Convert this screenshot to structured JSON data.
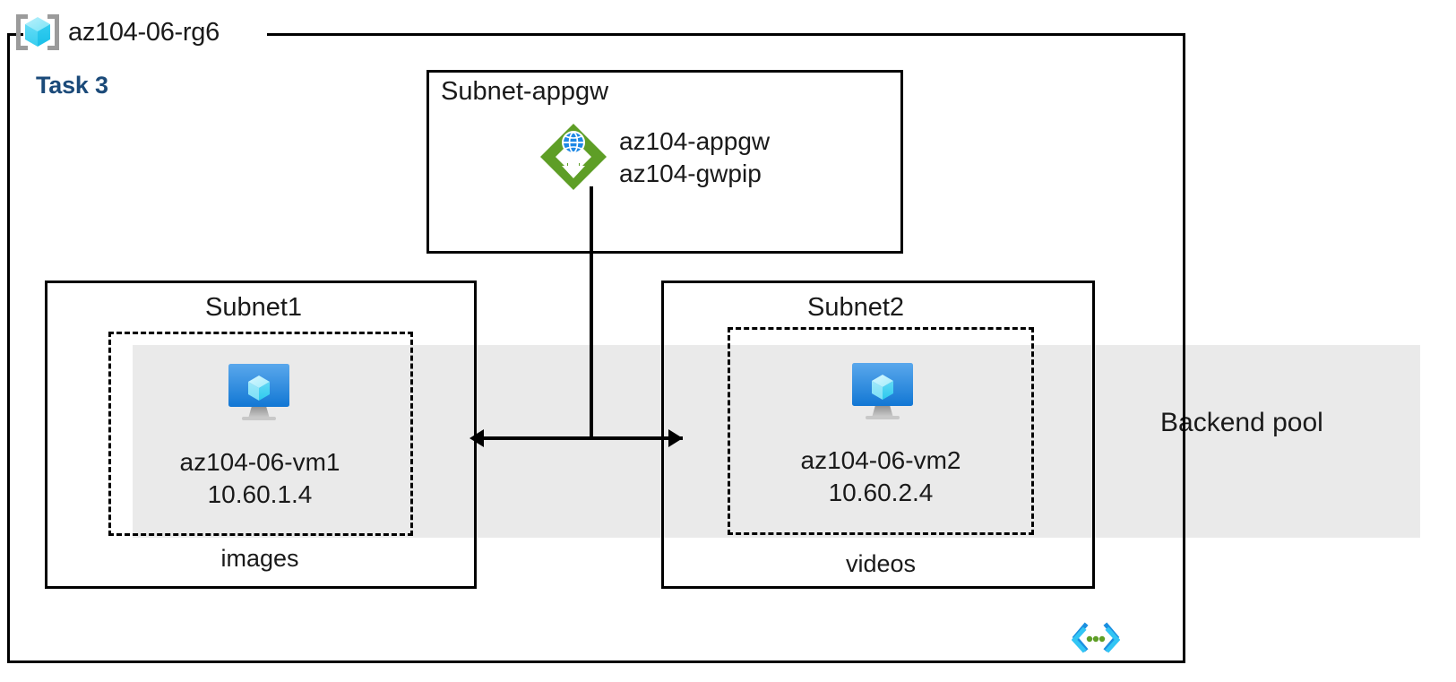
{
  "diagram": {
    "type": "azure-architecture",
    "resource_group": {
      "name": "az104-06-rg6",
      "icon": "resource-group-icon"
    },
    "task_label": "Task 3",
    "accent_colors": {
      "task_text": "#1b4a79",
      "appgw_green": "#5e9e26",
      "vm_blue": "#1e88e5",
      "cube_cyan": "#4fd8f5",
      "band_gray": "#eaeaea",
      "code_icon_blue": "#1b8fe0",
      "code_icon_cyan": "#32c5f4",
      "code_icon_green": "#5e9e26"
    },
    "backend_pool": {
      "label": "Backend pool"
    },
    "subnets": [
      {
        "id": "subnet-appgw",
        "title": "Subnet-appgw",
        "resources": [
          {
            "icon": "application-gateway-icon",
            "names": [
              "az104-appgw",
              "az104-gwpip"
            ]
          }
        ]
      },
      {
        "id": "subnet1",
        "title": "Subnet1",
        "caption": "images",
        "vm": {
          "icon": "virtual-machine-icon",
          "name": "az104-06-vm1",
          "ip": "10.60.1.4"
        }
      },
      {
        "id": "subnet2",
        "title": "Subnet2",
        "caption": "videos",
        "vm": {
          "icon": "virtual-machine-icon",
          "name": "az104-06-vm2",
          "ip": "10.60.2.4"
        }
      }
    ],
    "connectors": [
      {
        "id": "appgw-to-vms",
        "kind": "vertical-line"
      },
      {
        "id": "subnet1-subnet2",
        "kind": "double-arrow-horizontal"
      }
    ],
    "footer_icon": "code-brackets-icon"
  }
}
